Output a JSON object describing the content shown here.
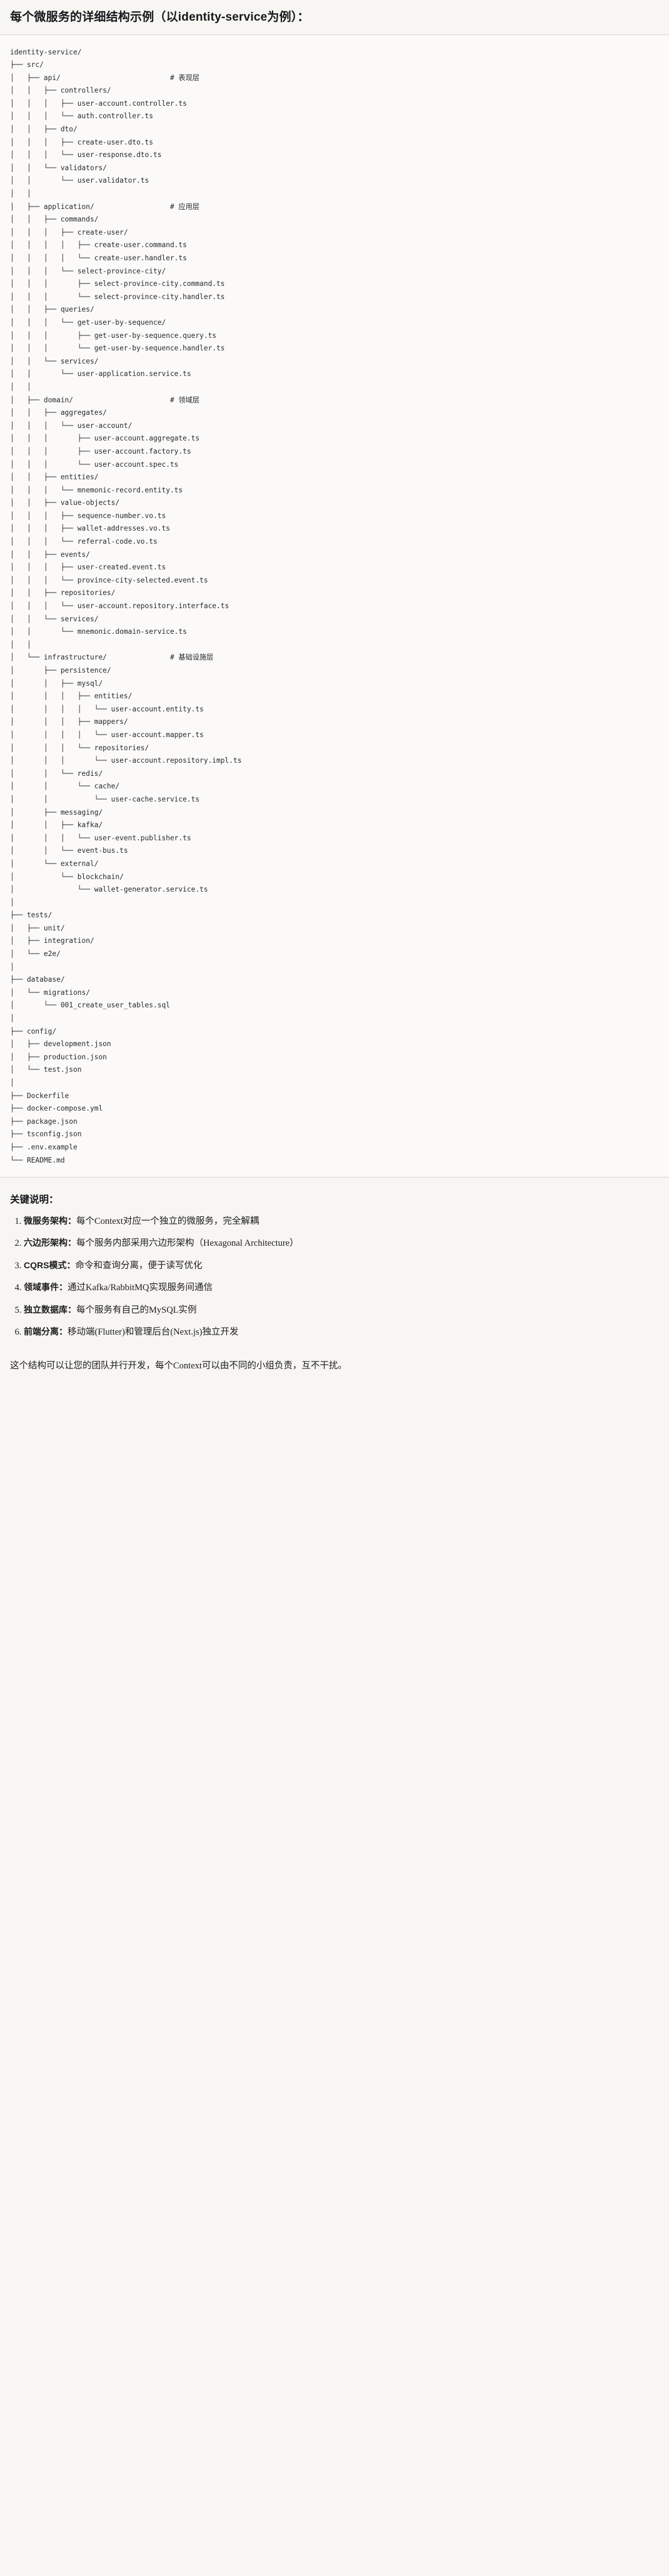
{
  "document": {
    "title": "每个微服务的详细结构示例（以identity-service为例）：",
    "root_name": "identity-service/"
  },
  "tree": {
    "lines": [
      "identity-service/",
      "├── src/",
      "│   ├── api/                          # 表现层",
      "│   │   ├── controllers/",
      "│   │   │   ├── user-account.controller.ts",
      "│   │   │   └── auth.controller.ts",
      "│   │   ├── dto/",
      "│   │   │   ├── create-user.dto.ts",
      "│   │   │   └── user-response.dto.ts",
      "│   │   └── validators/",
      "│   │       └── user.validator.ts",
      "│   │",
      "│   ├── application/                  # 应用层",
      "│   │   ├── commands/",
      "│   │   │   ├── create-user/",
      "│   │   │   │   ├── create-user.command.ts",
      "│   │   │   │   └── create-user.handler.ts",
      "│   │   │   └── select-province-city/",
      "│   │   │       ├── select-province-city.command.ts",
      "│   │   │       └── select-province-city.handler.ts",
      "│   │   ├── queries/",
      "│   │   │   └── get-user-by-sequence/",
      "│   │   │       ├── get-user-by-sequence.query.ts",
      "│   │   │       └── get-user-by-sequence.handler.ts",
      "│   │   └── services/",
      "│   │       └── user-application.service.ts",
      "│   │",
      "│   ├── domain/                       # 领域层",
      "│   │   ├── aggregates/",
      "│   │   │   └── user-account/",
      "│   │   │       ├── user-account.aggregate.ts",
      "│   │   │       ├── user-account.factory.ts",
      "│   │   │       └── user-account.spec.ts",
      "│   │   ├── entities/",
      "│   │   │   └── mnemonic-record.entity.ts",
      "│   │   ├── value-objects/",
      "│   │   │   ├── sequence-number.vo.ts",
      "│   │   │   ├── wallet-addresses.vo.ts",
      "│   │   │   └── referral-code.vo.ts",
      "│   │   ├── events/",
      "│   │   │   ├── user-created.event.ts",
      "│   │   │   └── province-city-selected.event.ts",
      "│   │   ├── repositories/",
      "│   │   │   └── user-account.repository.interface.ts",
      "│   │   └── services/",
      "│   │       └── mnemonic.domain-service.ts",
      "│   │",
      "│   └── infrastructure/               # 基础设施层",
      "│       ├── persistence/",
      "│       │   ├── mysql/",
      "│       │   │   ├── entities/",
      "│       │   │   │   └── user-account.entity.ts",
      "│       │   │   ├── mappers/",
      "│       │   │   │   └── user-account.mapper.ts",
      "│       │   │   └── repositories/",
      "│       │   │       └── user-account.repository.impl.ts",
      "│       │   └── redis/",
      "│       │       └── cache/",
      "│       │           └── user-cache.service.ts",
      "│       ├── messaging/",
      "│       │   ├── kafka/",
      "│       │   │   └── user-event.publisher.ts",
      "│       │   └── event-bus.ts",
      "│       └── external/",
      "│           └── blockchain/",
      "│               └── wallet-generator.service.ts",
      "│",
      "├── tests/",
      "│   ├── unit/",
      "│   ├── integration/",
      "│   └── e2e/",
      "│",
      "├── database/",
      "│   └── migrations/",
      "│       └── 001_create_user_tables.sql",
      "│",
      "├── config/",
      "│   ├── development.json",
      "│   ├── production.json",
      "│   └── test.json",
      "│",
      "├── Dockerfile",
      "├── docker-compose.yml",
      "├── package.json",
      "├── tsconfig.json",
      "├── .env.example",
      "└── README.md"
    ],
    "layer_comments": [
      "# 表现层",
      "# 应用层",
      "# 领域层",
      "# 基础设施层"
    ]
  },
  "notes": {
    "heading": "关键说明：",
    "items": [
      {
        "lead": "微服务架构：",
        "body": "每个Context对应一个独立的微服务，完全解耦"
      },
      {
        "lead": "六边形架构：",
        "body": "每个服务内部采用六边形架构（Hexagonal Architecture）"
      },
      {
        "lead": "CQRS模式：",
        "body": "命令和查询分离，便于读写优化"
      },
      {
        "lead": "领域事件：",
        "body": "通过Kafka/RabbitMQ实现服务间通信"
      },
      {
        "lead": "独立数据库：",
        "body": "每个服务有自己的MySQL实例"
      },
      {
        "lead": "前端分离：",
        "body": "移动端(Flutter)和管理后台(Next.js)独立开发"
      }
    ],
    "closing": "这个结构可以让您的团队并行开发，每个Context可以由不同的小组负责，互不干扰。"
  },
  "colors": {
    "page_background": "#f7f6f2",
    "code_background": "#fbfaf8",
    "text": "#1c1c1c",
    "code_text": "#24292f",
    "rule": "#d8d6d0"
  }
}
